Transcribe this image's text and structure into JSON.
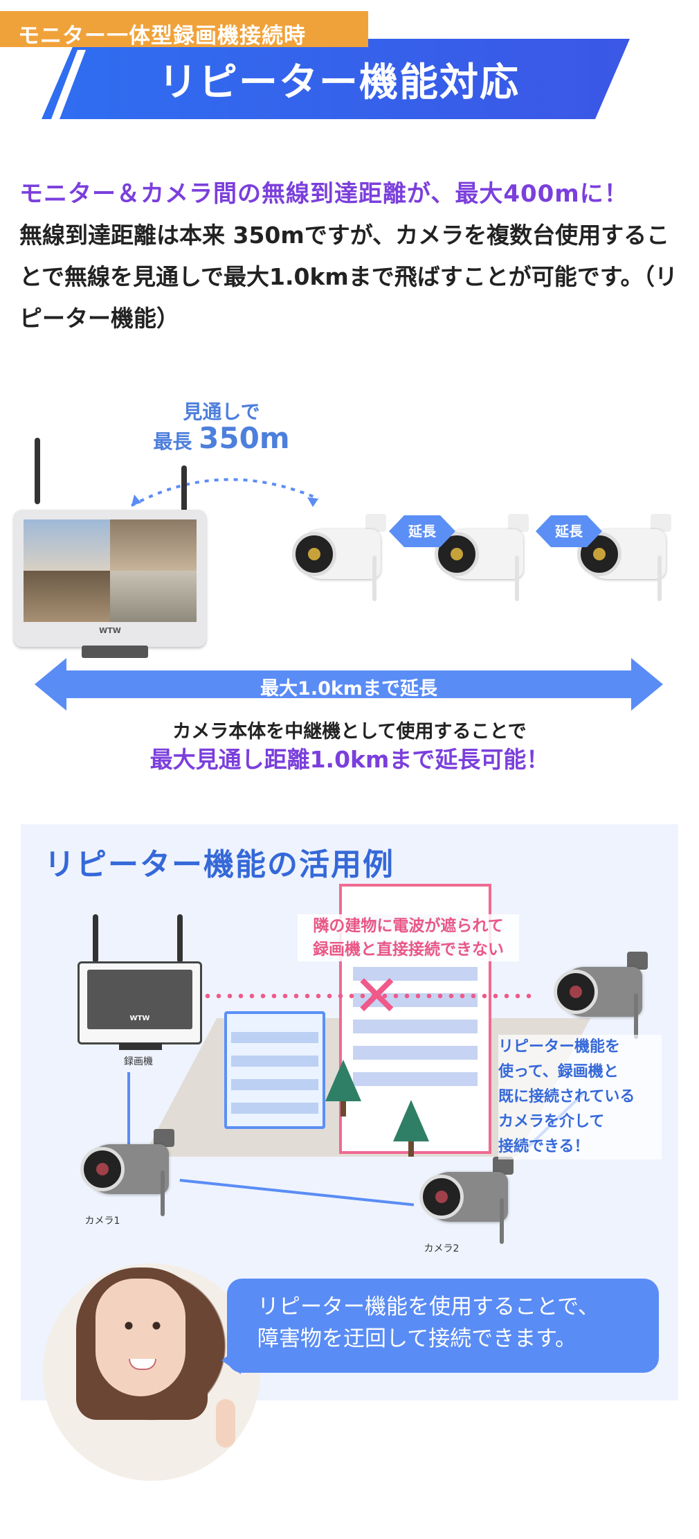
{
  "header": {
    "tag": "モニター一体型録画機接続時",
    "title": "リピーター機能対応"
  },
  "intro": {
    "lead": "モニター＆カメラ間の無線到達距離が、最大400mに！",
    "body": "無線到達距離は本来 350mですが、カメラを複数台使用することで無線を見通しで最大1.0kmまで飛ばすことが可能です。（リピーター機能）"
  },
  "diagram1": {
    "sight_line1": "見通しで",
    "sight_prefix": "最長",
    "sight_distance": "350m",
    "monitor_brand": "WTW",
    "extend_1": "延長",
    "extend_2": "延長",
    "max_range": "最大1.0kmまで延長",
    "caption_1": "カメラ本体を中継機として使用することで",
    "caption_2": "最大見通し距離1.0kmまで延長可能！"
  },
  "example": {
    "title": "リピーター機能の活用例",
    "warning_1": "隣の建物に電波が遮られて",
    "warning_2": "録画機と直接接続できない",
    "x_mark": "✕",
    "recorder_brand": "WTW",
    "recorder_label": "録画機",
    "camera1_label": "カメラ1",
    "camera2_label": "カメラ2",
    "note_lines": [
      "リピーター機能を",
      "使って、録画機と",
      "既に接続されている",
      "カメラを介して",
      "接続できる！"
    ],
    "bubble_1": "リピーター機能を使用することで、",
    "bubble_2": "障害物を迂回して接続できます。"
  },
  "colors": {
    "accent_blue": "#3b6ef0",
    "orange": "#f0a23a",
    "purple": "#7b3fdc",
    "pink": "#ef5a8a"
  }
}
